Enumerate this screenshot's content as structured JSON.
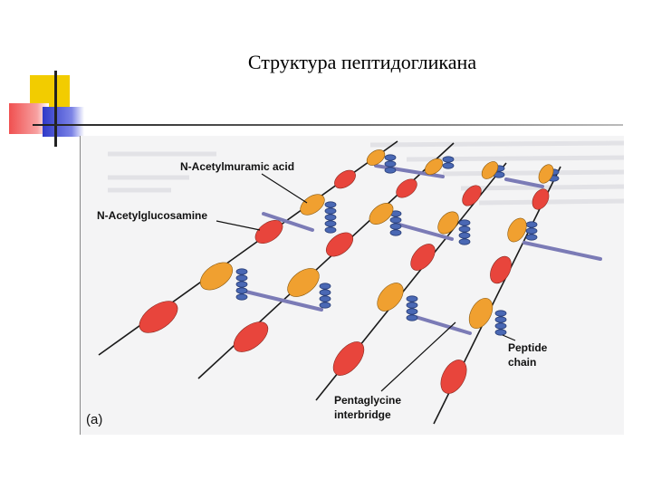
{
  "slide": {
    "title": "Структура пептидогликана"
  },
  "figure": {
    "labels": {
      "nam": "N-Acetylmuramic acid",
      "nag": "N-Acetylglucosamine",
      "peptide_1": "Peptide",
      "peptide_2": "chain",
      "pentaglycine_1": "Pentaglycine",
      "pentaglycine_2": "interbridge",
      "panel": "(a)"
    },
    "colors": {
      "nam": "#f0a030",
      "nag": "#e8453c",
      "peptide": "#4a68b4",
      "interbridge": "#7b7bb6",
      "backbone": "#1a1a1a"
    }
  }
}
